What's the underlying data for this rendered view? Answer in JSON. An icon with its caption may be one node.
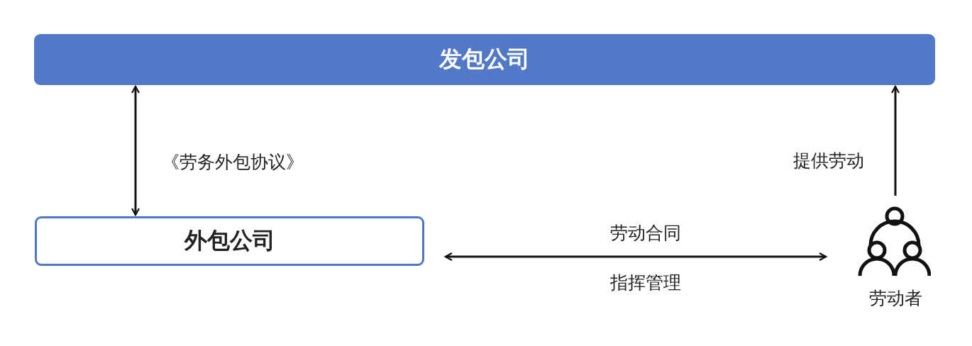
{
  "diagram": {
    "nodes": [
      {
        "text": [
          "发包公司"
        ]
      },
      {
        "text": [
          "外包公司"
        ]
      },
      {
        "text": [
          "劳动者"
        ]
      }
    ],
    "edges": [
      {
        "from": 0,
        "to": 1,
        "arrow": "both",
        "label": "《劳务外包协议》"
      },
      {
        "from": 1,
        "to": 2,
        "arrow": "both",
        "label": "劳动合同"
      },
      {
        "from": 2,
        "to": 0,
        "arrow": "to",
        "label": "提供劳动"
      }
    ],
    "labels": [
      "指挥管理"
    ]
  }
}
